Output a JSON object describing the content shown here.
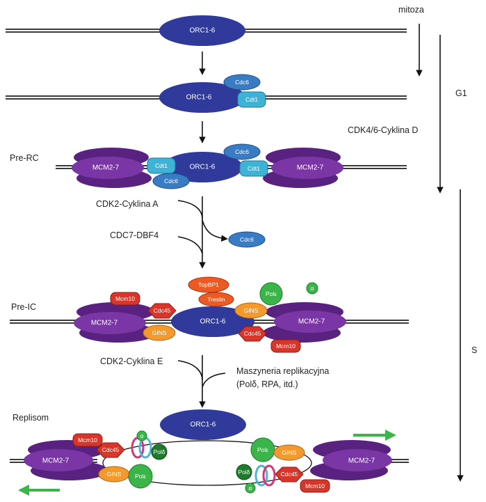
{
  "phases": {
    "mitosis": "mitoza",
    "g1": "G1",
    "s": "S",
    "cdk46": "CDK4/6-Cyklina D"
  },
  "sections": {
    "pre_rc": "Pre-RC",
    "pre_ic": "Pre-IC",
    "replisome": "Replisom"
  },
  "steps": {
    "cdk2a": "CDK2-Cyklina A",
    "cdc7": "CDC7-DBF4",
    "cdk2e": "CDK2-Cyklina E",
    "machinery_line1": "Maszyneria replikacyjna",
    "machinery_line2": "(Polδ, RPA, itd.)"
  },
  "proteins": {
    "orc": "ORC1-6",
    "cdc6": "Cdc6",
    "cdt1": "Cdt1",
    "mcm": "MCM2-7",
    "mcm10": "Mcm10",
    "cdc45": "Cdc45",
    "gins": "GINS",
    "topbp1": "TopBP1",
    "treslin": "Treslin",
    "pol_e": "Polε",
    "pol_d": "Polδ",
    "pol_a": "α"
  },
  "colors": {
    "orc": "#2f3a9a",
    "cdc6": "#3a7cc4",
    "cdt1": "#3fb3d6",
    "mcm": "#6a2c91",
    "mcm10": "#d8362a",
    "cdc45": "#d8362a",
    "gins": "#f39a2e",
    "topbp1": "#ec5a24",
    "pol_e": "#3bb54a",
    "pol_d": "#1f7a2c",
    "strand_arrow": "#3bb54a"
  }
}
